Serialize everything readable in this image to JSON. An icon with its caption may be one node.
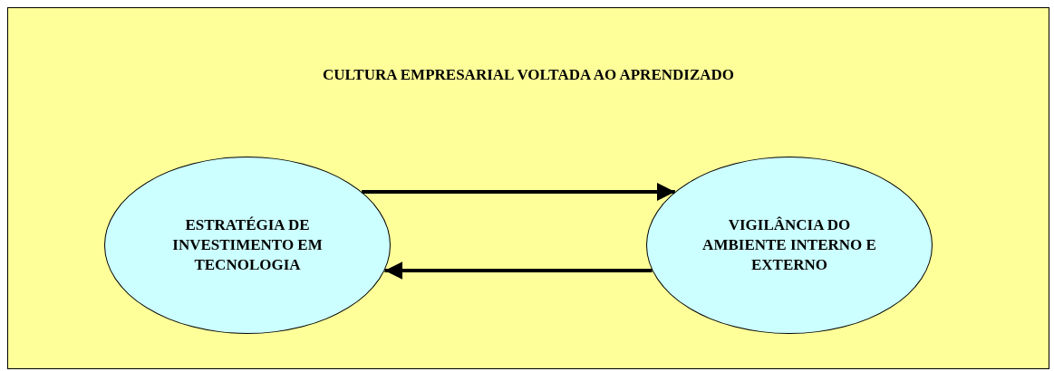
{
  "diagram": {
    "nodes": [
      {
        "text": [
          "CULTURA EMPRESARIAL VOLTADA AO APRENDIZADO"
        ]
      },
      {
        "text": [
          "ESTRATÉGIA DE INVESTIMENTO EM TECNOLOGIA"
        ],
        "in": 0
      },
      {
        "text": [
          "VIGILÂNCIA DO AMBIENTE INTERNO E EXTERNO"
        ],
        "in": 0
      }
    ],
    "edges": [
      {
        "from": 1,
        "to": 2,
        "arrow": "to"
      },
      {
        "from": 2,
        "to": 1,
        "arrow": "to"
      }
    ]
  }
}
